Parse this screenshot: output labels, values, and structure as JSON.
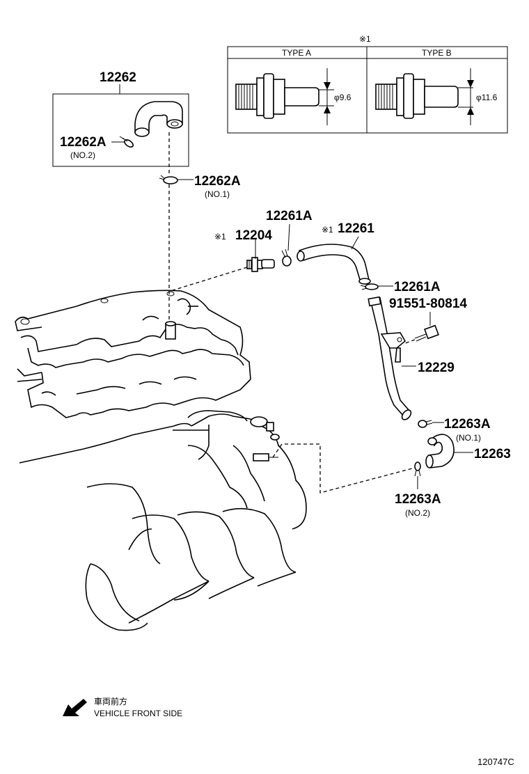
{
  "inset": {
    "note_mark": "※1",
    "type_a": {
      "header": "TYPE A",
      "diameter": "φ9.6"
    },
    "type_b": {
      "header": "TYPE B",
      "diameter": "φ11.6"
    }
  },
  "labels": {
    "p12262": {
      "part_no": "12262"
    },
    "p12262A_no2": {
      "part_no": "12262A",
      "note": "(NO.2)"
    },
    "p12262A_no1": {
      "part_no": "12262A",
      "note": "(NO.1)"
    },
    "p12204": {
      "mark": "※1",
      "part_no": "12204"
    },
    "p12261A_top": {
      "part_no": "12261A"
    },
    "p12261": {
      "mark": "※1",
      "part_no": "12261"
    },
    "p12261A_right": {
      "part_no": "12261A"
    },
    "p91551": {
      "part_no": "91551-80814"
    },
    "p12229": {
      "part_no": "12229"
    },
    "p12263A_no1": {
      "part_no": "12263A",
      "note": "(NO.1)"
    },
    "p12263": {
      "part_no": "12263"
    },
    "p12263A_no2": {
      "part_no": "12263A",
      "note": "(NO.2)"
    }
  },
  "direction": {
    "japanese": "車両前方",
    "english": "VEHICLE FRONT SIDE",
    "icon": "arrow-icon"
  },
  "figure_code": "120747C"
}
